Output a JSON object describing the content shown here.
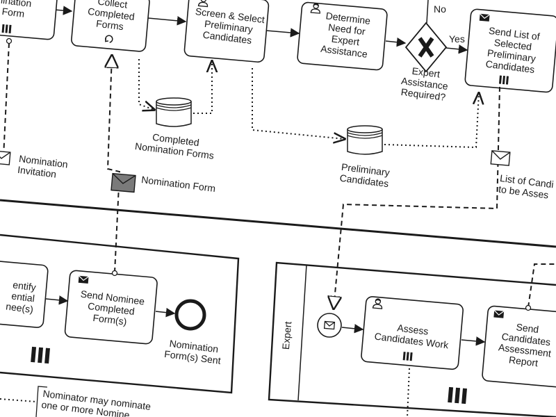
{
  "tasks": {
    "nomination_form": "nination\nForm",
    "collect": "Collect\nCompleted\nForms",
    "screen": "Screen & Select\nPreliminary\nCandidates",
    "determine": "Determine\nNeed for\nExpert\nAssistance",
    "send_list": "Send List of\nSelected\nPreliminary\nCandidates",
    "identify": "entify\nential\nnee(s)",
    "send_nominee": "Send Nominee\nCompleted\nForm(s)",
    "assess": "Assess\nCandidates Work",
    "send_assessment": "Send\nCandidates\nAssessment\nReport"
  },
  "gateway": {
    "label": "Expert\nAssistance\nRequired?",
    "no": "No",
    "yes": "Yes"
  },
  "data_stores": {
    "completed_forms": "Completed\nNomination Forms",
    "preliminary": "Preliminary\nCandidates"
  },
  "messages": {
    "invitation": "Nomination\nInvitation",
    "form": "Nomination Form",
    "list": "List of Candi\nto be Asses"
  },
  "events": {
    "end_sent": "Nomination\nForm(s) Sent"
  },
  "lanes": {
    "expert": "Expert"
  },
  "annotations": {
    "nominator": "Nominator may nominate\none or more Nomine"
  },
  "colors": {
    "stroke": "#1a1a1a",
    "task_fill": "#ffffff",
    "message_flow_fill": "#7a7a7a"
  }
}
